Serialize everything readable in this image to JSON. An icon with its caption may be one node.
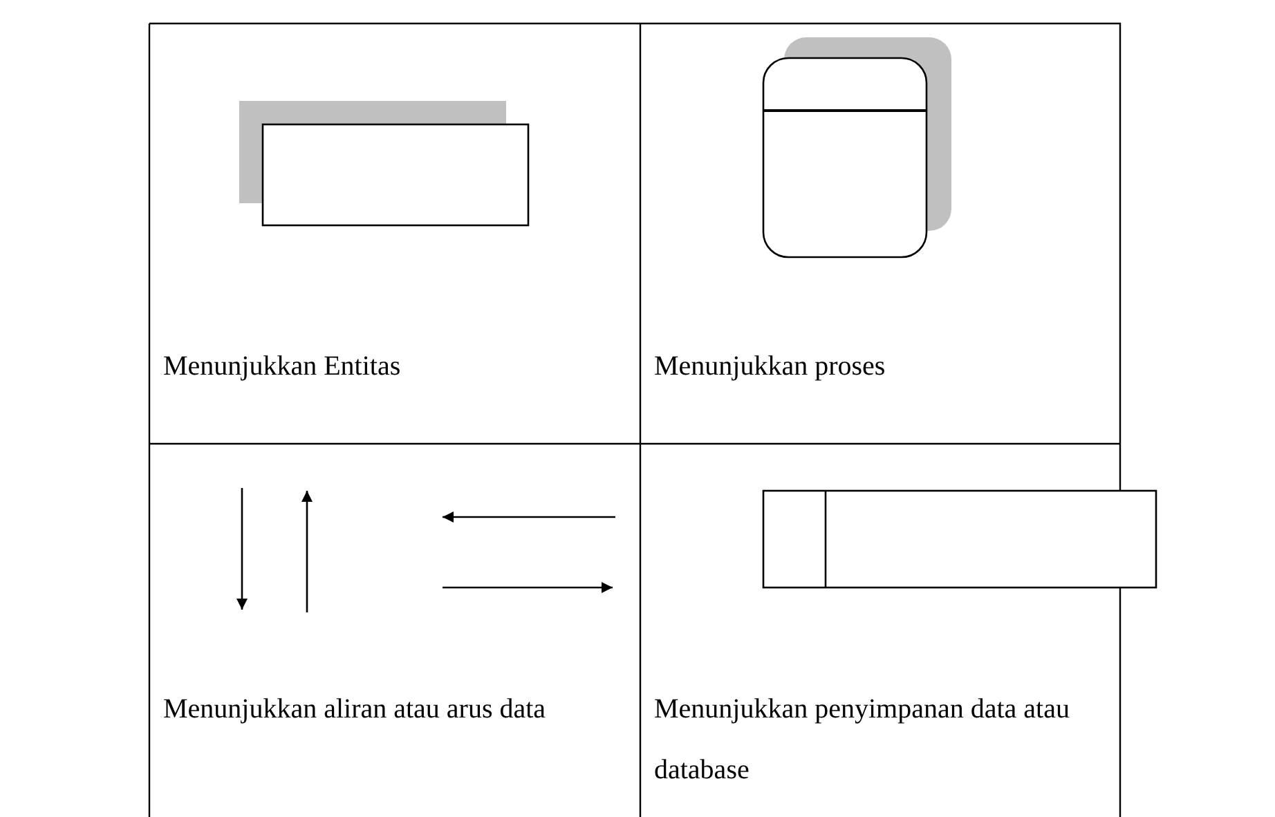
{
  "diagram": {
    "labels": [
      "Menunjukkan Entitas",
      "Menunjukkan proses",
      "Menunjukkan aliran atau arus data",
      "Menunjukkan penyimpanan data atau database"
    ]
  }
}
